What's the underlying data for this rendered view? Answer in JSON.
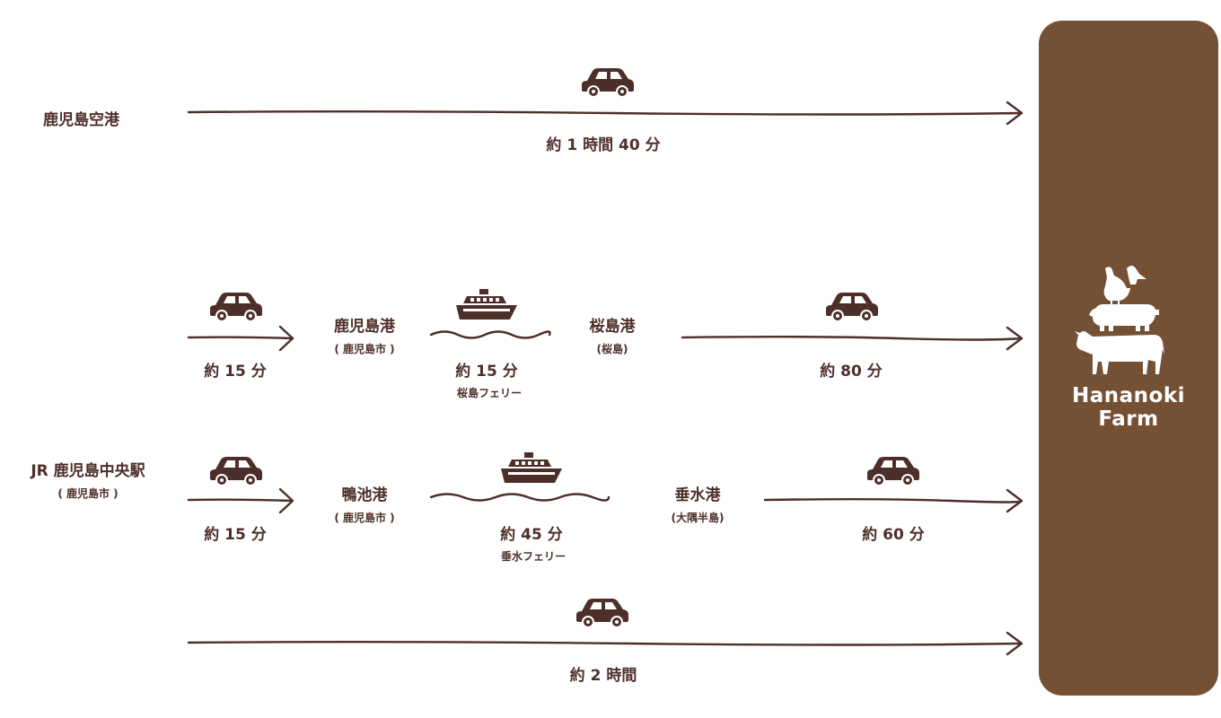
{
  "origins": {
    "airport": "鹿児島空港",
    "station": "JR 鹿児島中央駅",
    "station_sub": "( 鹿児島市 )"
  },
  "route_airport": {
    "time": "約 1 時間 40 分",
    "mode": "car"
  },
  "route_sakurajima": {
    "leg1_time": "約 15 分",
    "port1": "鹿児島港",
    "port1_sub": "( 鹿児島市 )",
    "ferry_time": "約 15 分",
    "ferry_name": "桜島フェリー",
    "port2": "桜島港",
    "port2_sub": "(桜島)",
    "leg3_time": "約 80 分"
  },
  "route_tarumizu": {
    "leg1_time": "約 15 分",
    "port1": "鴨池港",
    "port1_sub": "( 鹿児島市 )",
    "ferry_time": "約 45 分",
    "ferry_name": "垂水フェリー",
    "port2": "垂水港",
    "port2_sub": "(大隅半島)",
    "leg3_time": "約 60 分"
  },
  "route_station_direct": {
    "time": "約 2 時間",
    "mode": "car"
  },
  "destination": {
    "line1": "Hananoki",
    "line2": "Farm"
  },
  "icons": [
    "car-icon",
    "ship-icon",
    "wave-line",
    "arrow"
  ],
  "colors": {
    "text": "#4d2f2a",
    "line": "#4d2f2a",
    "farm": "#745035",
    "farm_text": "#ffffff"
  }
}
